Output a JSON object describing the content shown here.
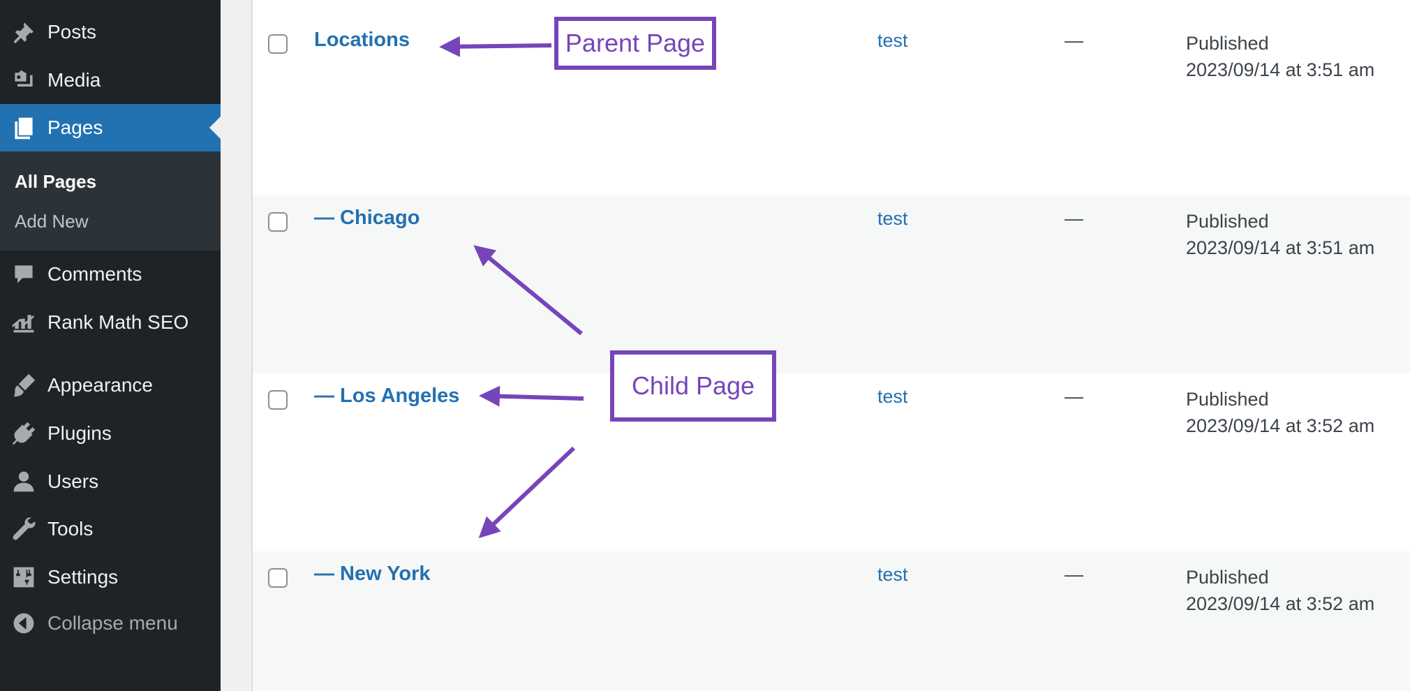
{
  "sidebar": {
    "items": [
      {
        "label": "Posts",
        "icon": "pin-icon"
      },
      {
        "label": "Media",
        "icon": "media-icon"
      },
      {
        "label": "Pages",
        "icon": "pages-icon",
        "active": true
      },
      {
        "label": "Comments",
        "icon": "comment-icon"
      },
      {
        "label": "Rank Math SEO",
        "icon": "chart-icon"
      },
      {
        "label": "Appearance",
        "icon": "brush-icon"
      },
      {
        "label": "Plugins",
        "icon": "plug-icon"
      },
      {
        "label": "Users",
        "icon": "user-icon"
      },
      {
        "label": "Tools",
        "icon": "wrench-icon"
      },
      {
        "label": "Settings",
        "icon": "settings-icon"
      },
      {
        "label": "Collapse menu",
        "icon": "collapse-arrow-icon"
      }
    ],
    "submenu": [
      {
        "label": "All Pages",
        "current": true
      },
      {
        "label": "Add New"
      }
    ]
  },
  "rows": [
    {
      "title": "Locations",
      "author": "test",
      "comments": "—",
      "status": "Published",
      "date": "2023/09/14 at 3:51 am"
    },
    {
      "title": "— Chicago",
      "author": "test",
      "comments": "—",
      "status": "Published",
      "date": "2023/09/14 at 3:51 am"
    },
    {
      "title": "— Los Angeles",
      "author": "test",
      "comments": "—",
      "status": "Published",
      "date": "2023/09/14 at 3:52 am"
    },
    {
      "title": "— New York",
      "author": "test",
      "comments": "—",
      "status": "Published",
      "date": "2023/09/14 at 3:52 am"
    }
  ],
  "annotations": {
    "parent_label": "Parent Page",
    "child_label": "Child Page",
    "color": "#7645b9"
  },
  "colors": {
    "sidebar_bg": "#1d2327",
    "submenu_bg": "#2c3338",
    "active_bg": "#2271b1",
    "link": "#2271b1"
  }
}
